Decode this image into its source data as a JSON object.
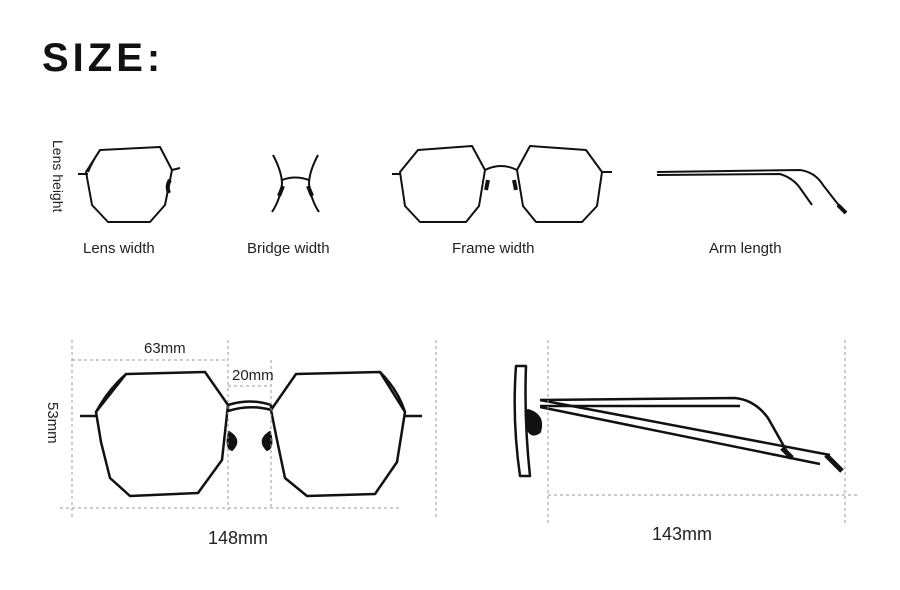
{
  "title": "SIZE:",
  "icons": {
    "lens_height_label": "Lens height",
    "lens_width_label": "Lens width",
    "bridge_width_label": "Bridge width",
    "frame_width_label": "Frame width",
    "arm_length_label": "Arm length"
  },
  "measurements": {
    "lens_width": "63mm",
    "bridge_width": "20mm",
    "lens_height": "53mm",
    "frame_width": "148mm",
    "arm_length": "143mm"
  },
  "colors": {
    "line": "#111111",
    "dashed": "#999999"
  }
}
